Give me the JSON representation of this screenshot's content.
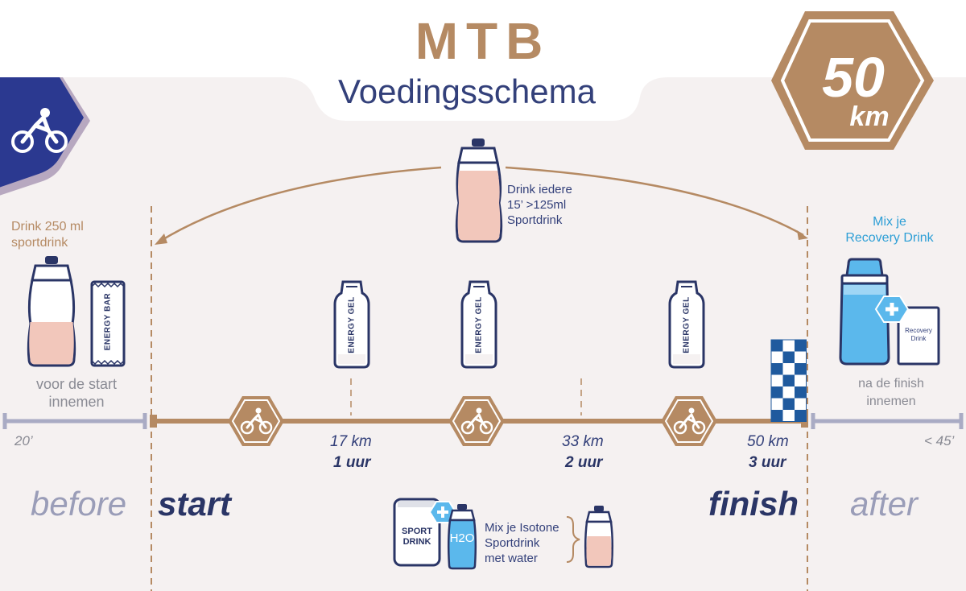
{
  "header": {
    "title": "MTB",
    "subtitle": "Voedingsschema",
    "distance_badge": {
      "value": "50",
      "unit": "km"
    }
  },
  "before": {
    "instruction": [
      "Drink 250 ml",
      "sportdrink"
    ],
    "bar_label": "ENERGY BAR",
    "caption": [
      "voor de start",
      "innemen"
    ],
    "time": "20’",
    "phase": "before"
  },
  "during": {
    "drink_instruction": [
      "Drink iedere",
      "15’ >125ml",
      "Sportdrink"
    ],
    "gel_label": "ENERGY GEL",
    "milestones": [
      {
        "km": "17 km",
        "time": "1 uur"
      },
      {
        "km": "33 km",
        "time": "2 uur"
      },
      {
        "km": "50 km",
        "time": "3 uur"
      }
    ],
    "start_label": "start",
    "finish_label": "finish",
    "mix": {
      "powder_label": [
        "SPORT",
        "DRINK"
      ],
      "water_label": "H2O",
      "instruction": [
        "Mix je Isotone",
        "Sportdrink",
        "met water"
      ]
    }
  },
  "after": {
    "instruction": [
      "Mix je",
      "Recovery Drink"
    ],
    "pack_label": [
      "Recovery",
      "Drink"
    ],
    "caption": [
      "na de finish",
      "innemen"
    ],
    "time": "< 45’",
    "phase": "after"
  },
  "colors": {
    "brown": "#b58a63",
    "navy": "#2a3566",
    "badge_blue": "#2b3990",
    "drink_pink": "#f2c7bb",
    "recovery_blue": "#5bb8ec",
    "panel": "#f5f1f1",
    "timeline_grey": "#a9abc4"
  },
  "icons": [
    "bike-icon",
    "bottle-icon",
    "energy-bar-icon",
    "energy-gel-icon",
    "checkered-flag-icon",
    "shaker-icon",
    "plus-icon",
    "arrow-icon"
  ]
}
